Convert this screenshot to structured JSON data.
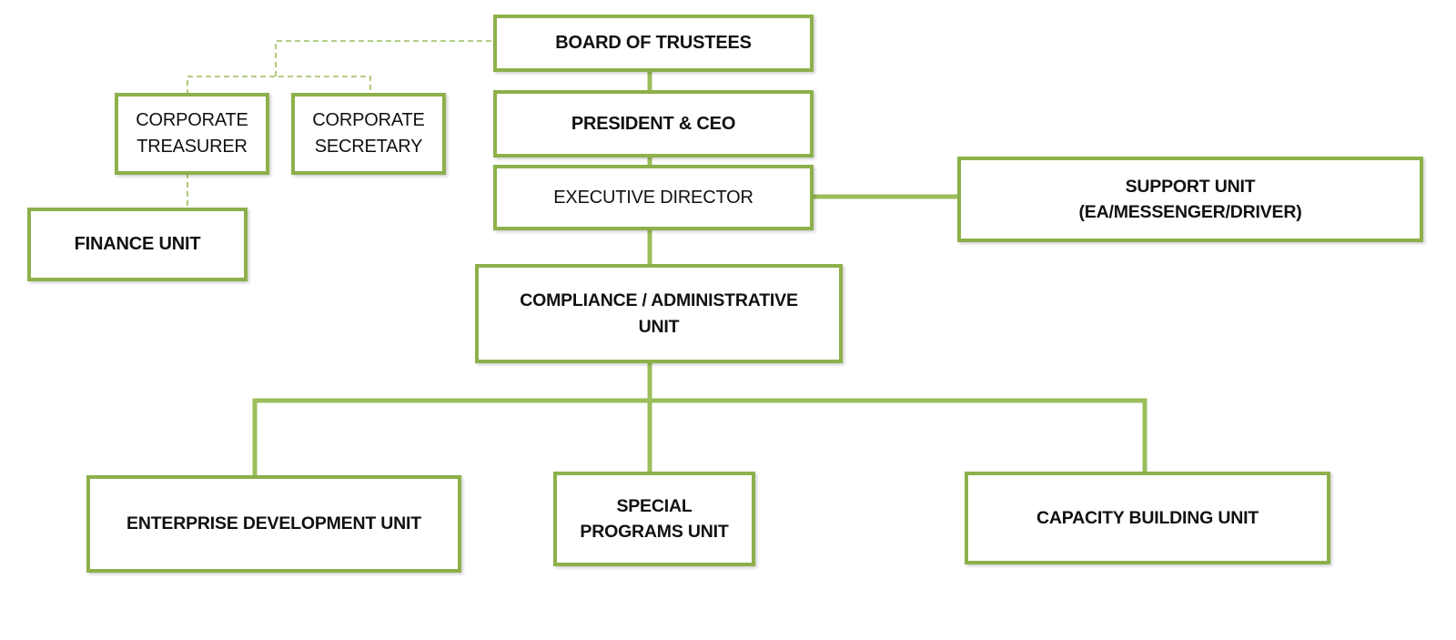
{
  "colors": {
    "border": "#8db04a",
    "connector_solid": "#9bbe5b",
    "connector_dashed": "#9bbe5b",
    "text": "#111111"
  },
  "nodes": {
    "board": {
      "lines": [
        "BOARD OF TRUSTEES"
      ]
    },
    "president": {
      "lines": [
        "PRESIDENT & CEO"
      ]
    },
    "executive": {
      "lines": [
        "EXECUTIVE DIRECTOR"
      ]
    },
    "support": {
      "lines": [
        "SUPPORT UNIT",
        "(EA/MESSENGER/DRIVER)"
      ]
    },
    "treasurer": {
      "lines": [
        "CORPORATE",
        "TREASURER"
      ]
    },
    "secretary": {
      "lines": [
        "CORPORATE",
        "SECRETARY"
      ]
    },
    "finance": {
      "lines": [
        "FINANCE UNIT"
      ]
    },
    "compliance": {
      "lines": [
        "COMPLIANCE / ADMINISTRATIVE",
        "UNIT"
      ]
    },
    "enterprise": {
      "lines": [
        "ENTERPRISE DEVELOPMENT UNIT"
      ]
    },
    "special": {
      "lines": [
        "SPECIAL",
        "PROGRAMS UNIT"
      ]
    },
    "capacity": {
      "lines": [
        "CAPACITY BUILDING UNIT"
      ]
    }
  },
  "edges": [
    {
      "from": "board",
      "to": "president",
      "style": "solid"
    },
    {
      "from": "president",
      "to": "executive",
      "style": "solid"
    },
    {
      "from": "executive",
      "to": "support",
      "style": "solid"
    },
    {
      "from": "executive",
      "to": "compliance",
      "style": "solid"
    },
    {
      "from": "compliance",
      "to": "enterprise",
      "style": "solid"
    },
    {
      "from": "compliance",
      "to": "special",
      "style": "solid"
    },
    {
      "from": "compliance",
      "to": "capacity",
      "style": "solid"
    },
    {
      "from": "board",
      "to": "treasurer",
      "style": "dashed"
    },
    {
      "from": "board",
      "to": "secretary",
      "style": "dashed"
    },
    {
      "from": "treasurer",
      "to": "finance",
      "style": "dashed"
    }
  ]
}
